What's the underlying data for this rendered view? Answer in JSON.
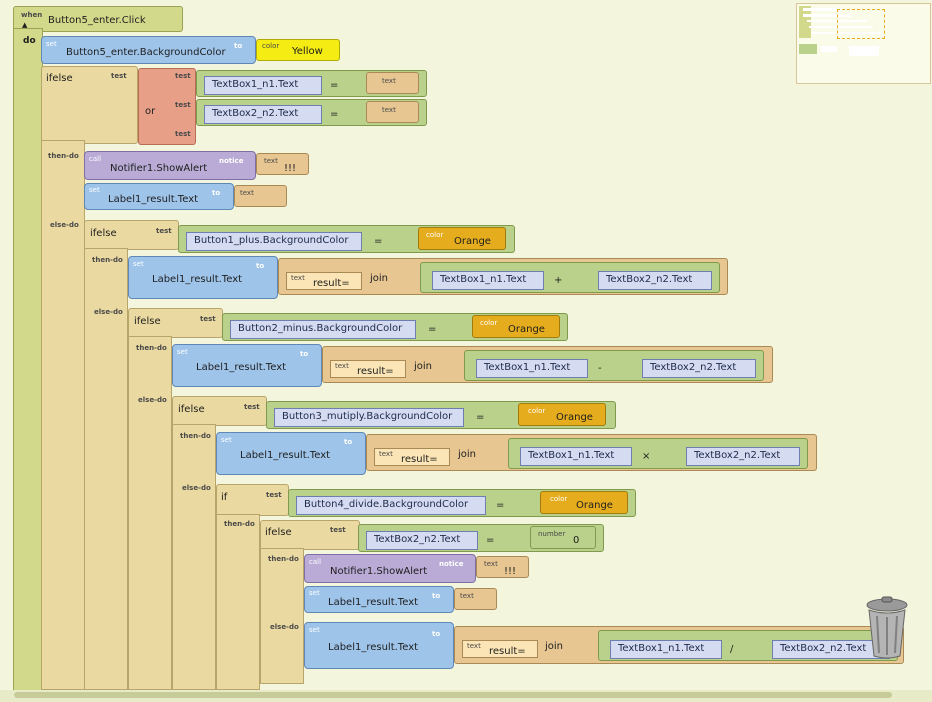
{
  "blocks": {
    "when": "when",
    "event": "Button5_enter.Click",
    "do": "do",
    "set": "set",
    "to": "to",
    "set_target": "Button5_enter.BackgroundColor",
    "color_small": "color",
    "yellow": "Yellow",
    "ifelse": "ifelse",
    "if": "if",
    "test": "test",
    "or": "or",
    "equals": "=",
    "text_small": "text",
    "number_small": "number",
    "then_do": "then-do",
    "else_do": "else-do",
    "call": "call",
    "notice": "notice",
    "notifier": "Notifier1.ShowAlert",
    "bang": "!!!",
    "label_result": "Label1_result.Text",
    "tb1": "TextBox1_n1.Text",
    "tb2": "TextBox2_n2.Text",
    "join": "join",
    "result_eq": "result=",
    "orange": "Orange",
    "plus_bg": "Button1_plus.BackgroundColor",
    "minus_bg": "Button2_minus.BackgroundColor",
    "mult_bg": "Button3_mutiply.BackgroundColor",
    "div_bg": "Button4_divide.BackgroundColor",
    "op_plus": "+",
    "op_minus": "-",
    "op_times": "×",
    "op_div": "/",
    "zero": "0"
  },
  "icons": {
    "collapse": "triangle-up-icon",
    "trash": "trash-can-icon"
  },
  "colors": {
    "workspace": "#f3f5dc",
    "event": "#d3d98a",
    "control": "#ead9a0",
    "component": "#9fc4ea",
    "method": "#b9abd6",
    "logic_or": "#e79f88",
    "compare": "#b9d18a",
    "text": "#e7c692",
    "color_orange": "#e5ac1d",
    "color_yellow": "#f4ec12"
  }
}
